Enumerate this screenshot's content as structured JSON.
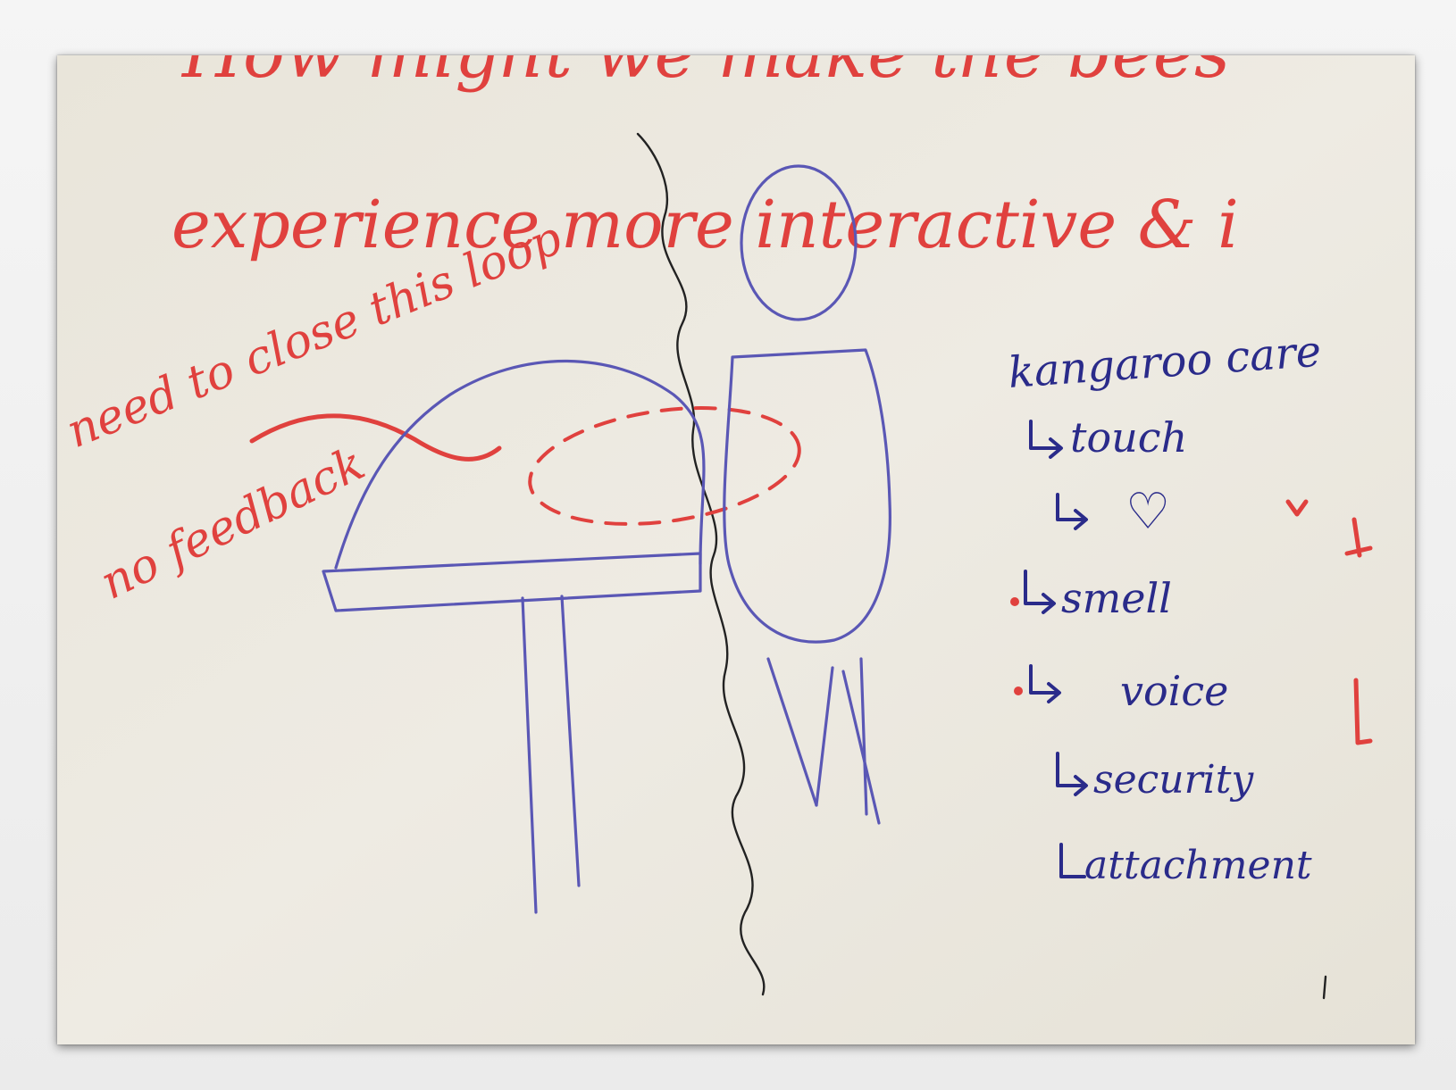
{
  "whiteboard": {
    "heading_line1": "How might we make the bees",
    "heading_line2": "experience more interactive & i",
    "annotation_close_loop": "need to close this loop",
    "annotation_no_feedback": "no feedback",
    "list_title": "kangaroo care",
    "list_items": [
      "touch",
      "♡",
      "smell",
      "voice",
      "security",
      "attachment"
    ]
  },
  "colors": {
    "red_ink": "#e0413e",
    "blue_ink": "#5a57b5",
    "navy_ink": "#2a2b8a",
    "board": "#ece8df"
  }
}
